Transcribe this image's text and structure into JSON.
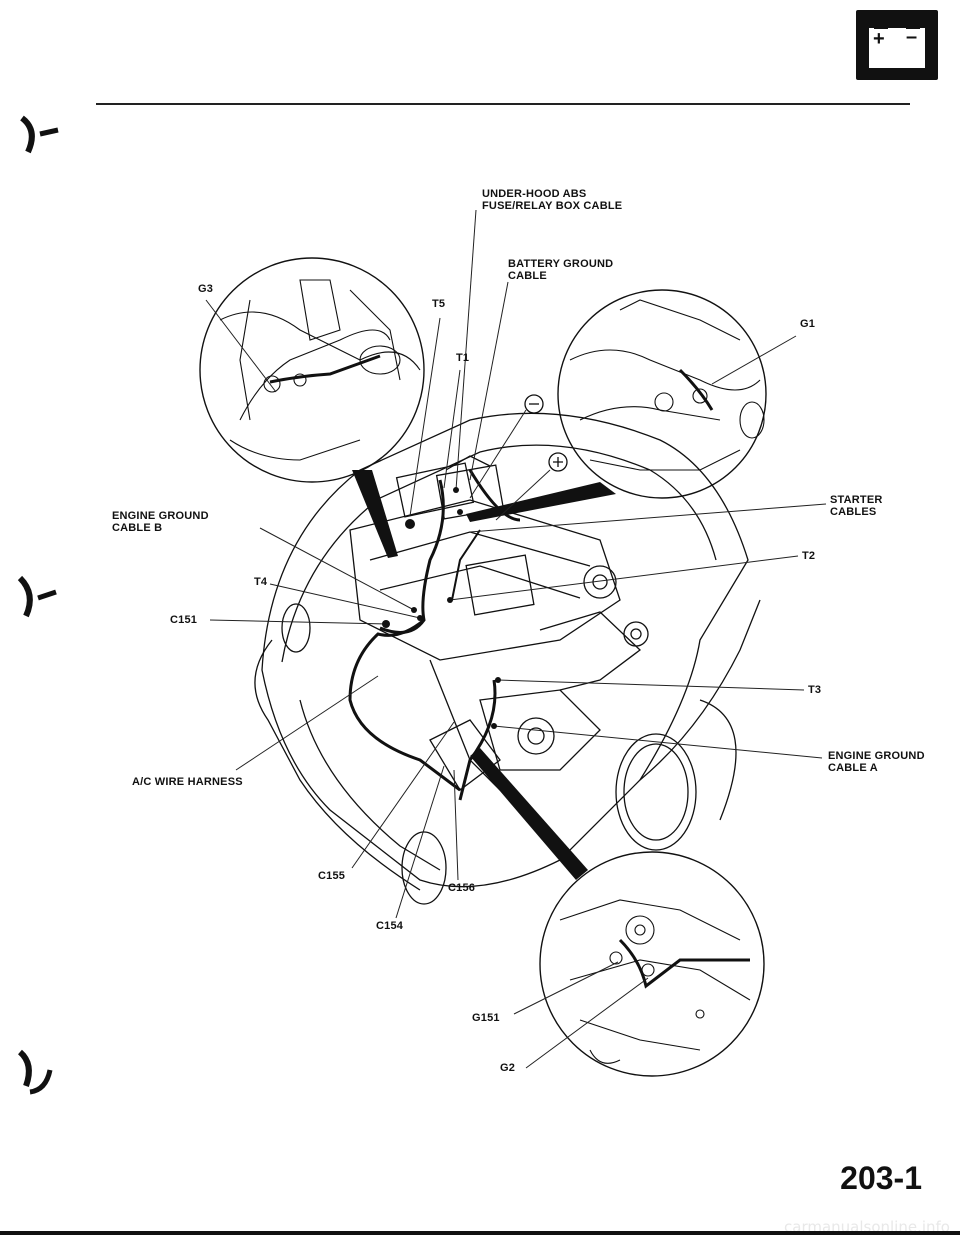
{
  "header": {
    "battery_icon": "battery-icon",
    "battery_plus": "+",
    "battery_minus": "–"
  },
  "labels": {
    "under_hood_abs": "UNDER-HOOD ABS\nFUSE/RELAY BOX CABLE",
    "battery_ground": "BATTERY GROUND\nCABLE",
    "g3": "G3",
    "t5": "T5",
    "g1": "G1",
    "t1": "T1",
    "minus_terminal": "−",
    "plus_terminal": "+",
    "engine_ground_b": "ENGINE GROUND\nCABLE B",
    "starter_cables": "STARTER\nCABLES",
    "t2": "T2",
    "t4": "T4",
    "c151": "C151",
    "t3": "T3",
    "engine_ground_a": "ENGINE GROUND\nCABLE A",
    "ac_wire_harness": "A/C WIRE HARNESS",
    "c155": "C155",
    "c156": "C156",
    "c154": "C154",
    "g151": "G151",
    "g2": "G2"
  },
  "footer": {
    "page_number": "203-1",
    "watermark": "carmanualsonline.info"
  },
  "colors": {
    "ink": "#111111",
    "paper": "#ffffff",
    "leader": "#222222"
  }
}
